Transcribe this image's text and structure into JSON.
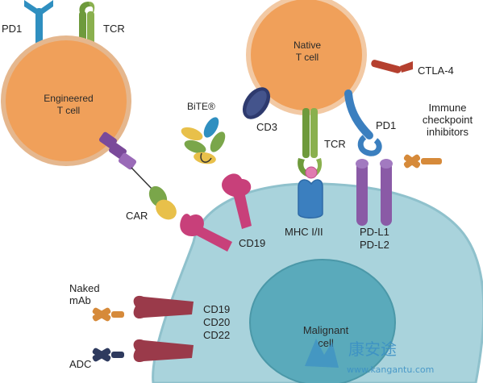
{
  "colors": {
    "engineered_cell": "#f0a05a",
    "native_cell": "#f0a05a",
    "malignant_cell": "#a9d3dc",
    "malignant_nucleus": "#5aaabb",
    "pd1_receptor": "#2f8fc0",
    "tcr_green": "#6e9a3c",
    "car_purple": "#7a4a9a",
    "cd19_pink": "#c8407a",
    "cd3_navy": "#2e3a6e",
    "ctla4_red": "#b5402f",
    "mhc_blue": "#3b7fbf",
    "pdl_purple": "#8a5aa6",
    "antibody_orange": "#d68a3a",
    "antibody_blue": "#2e3a5e",
    "watermark": "#3a8fc5"
  },
  "cells": {
    "engineered": "Engineered\nT cell",
    "native": "Native\nT cell",
    "malignant": "Malignant\ncell"
  },
  "labels": {
    "pd1_engineered": "PD1",
    "tcr_engineered": "TCR",
    "bite": "BiTE®",
    "car": "CAR",
    "cd3": "CD3",
    "tcr_native": "TCR",
    "ctla4": "CTLA-4",
    "immune_checkpoint": "Immune\ncheckpoint\ninhibitors",
    "pd1_native": "PD1",
    "cd19_target": "CD19",
    "mhc": "MHC I/II",
    "pdl": "PD-L1\nPD-L2",
    "naked_mab": "Naked\nmAb",
    "cd_markers": "CD19\nCD20\nCD22",
    "adc": "ADC"
  },
  "watermark": {
    "logo": "康安途",
    "url": "www.kangantu.com"
  }
}
